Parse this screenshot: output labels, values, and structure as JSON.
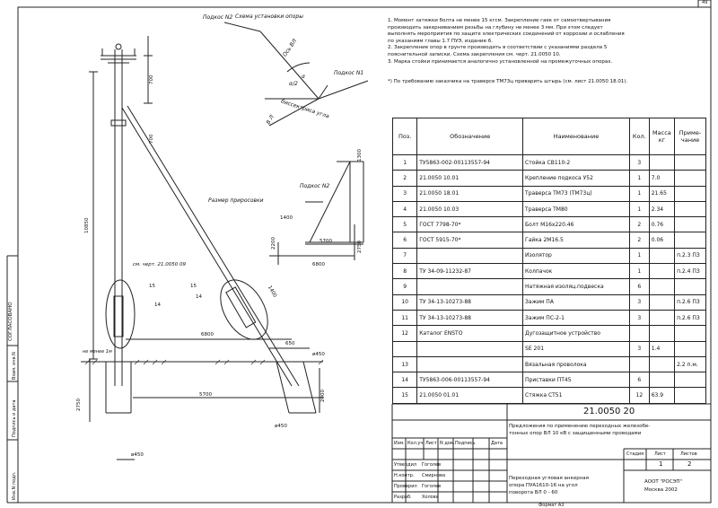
{
  "page_number": "49",
  "scheme_title": "Схема установки опоры",
  "labels": {
    "podkos_n2_top": "Подкос N2",
    "podkos_n1": "Подкос N1",
    "os_vl": "Ось ВЛ",
    "bisector": "биссектриса угла",
    "angle": "α",
    "angle_half": "α/2",
    "vl_mark": "В Л",
    "podkos_n2_mid": "Подкос N2",
    "razmer": "Размер приросовки",
    "sm_chert": "см. черт. 21.0050 09",
    "ne_menee": "не менее 1м"
  },
  "dims": {
    "d700a": "700",
    "d700b": "700",
    "d10850": "10850",
    "d1300": "1300",
    "d1400": "1400",
    "d2200": "2200",
    "d5700a": "5700",
    "d2750a": "2750",
    "d6800a": "6800",
    "d6800b": "6800",
    "d1400b": "1400",
    "d650": "650",
    "d450a": "ø450",
    "d5700b": "5700",
    "d2000": "2000",
    "d2750b": "2750",
    "d450b": "ø450",
    "d450c": "ø450",
    "n15a": "15",
    "n14a": "14",
    "n15b": "15",
    "n14b": "14"
  },
  "notes": [
    "1. Момент затяжки болта не менее 15 кгсм. Закрепление гаек от самоотвертывания",
    "производить закерниванием резьбы на глубину не менее 3 мм. При этом следует",
    "выполнять мероприятия по защите электрических соединений от коррозии и ослабления",
    "по указаниям главы 1.7 ПУЭ, издание 6.",
    "2. Закрепление опор в грунте производить в соответствии с указаниями раздела 5",
    "пояснительной записки. Схема закрепления см. черт. 21.0050 10.",
    "3. Марка стойки принимается аналогично установленной на промежуточных опорах."
  ],
  "footnote": "*) По требованию заказчика на траверсе ТМ73ц приварить штырь (см. лист 21.0050 18.01).",
  "table": {
    "headers": [
      "Поз.",
      "Обозначение",
      "Наименование",
      "Кол.",
      "Масса кг",
      "Приме-чание"
    ],
    "rows": [
      [
        "1",
        "ТУ5863-002-00113557-94",
        "Стойка СВ110-2",
        "3",
        "",
        ""
      ],
      [
        "2",
        "21.0050 10.01",
        "Крепление подкоса У52",
        "1",
        "7.0",
        ""
      ],
      [
        "3",
        "21.0050 18.01",
        "Траверса ТМ73 (ТМ73ц)",
        "1",
        "21.65",
        ""
      ],
      [
        "4",
        "21.0050 10.03",
        "Траверса ТМ80",
        "1",
        "2.34",
        ""
      ],
      [
        "5",
        "ГОСТ 7798-70*",
        "Болт М16х220.46",
        "2",
        "0.76",
        ""
      ],
      [
        "6",
        "ГОСТ 5915-70*",
        "Гайка 2М16.5",
        "2",
        "0.06",
        ""
      ],
      [
        "7",
        "",
        "Изолятор",
        "1",
        "",
        "п.2.3 ПЗ"
      ],
      [
        "8",
        "ТУ 34-09-11232-87",
        "Колпачок",
        "1",
        "",
        "п.2.4 ПЗ"
      ],
      [
        "9",
        "",
        "Натяжная изоляц.подвеска",
        "6",
        "",
        ""
      ],
      [
        "10",
        "ТУ 34-13-10273-88",
        "Зажим ПА",
        "3",
        "",
        "п.2.6 ПЗ"
      ],
      [
        "11",
        "ТУ 34-13-10273-88",
        "Зажим ПС-2-1",
        "3",
        "",
        "п.2.6 ПЗ"
      ],
      [
        "12",
        "Каталог ENSTO",
        "Дугозащитное устройство",
        "",
        "",
        ""
      ],
      [
        "",
        "",
        "SE 201",
        "3",
        "1.4",
        ""
      ],
      [
        "13",
        "",
        "Вязальная проволока",
        "",
        "",
        "2.2 п.м."
      ],
      [
        "14",
        "ТУ5863-006-00113557-94",
        "Приставки ПТ45",
        "6",
        "",
        ""
      ],
      [
        "15",
        "21.0050 01.01",
        "Стяжка СТ51",
        "12",
        "63.9",
        ""
      ]
    ]
  },
  "title_block": {
    "doc_code": "21.0050 20",
    "project_title_1": "Предложения по применению переходных железобе-",
    "project_title_2": "тонных опор ВЛ 10 кВ с защищенными проводами",
    "col_izm": "Изм.",
    "col_koluch": "Кол.уч",
    "col_list": "Лист",
    "col_ndok": "N док.",
    "col_podp": "Подпись",
    "col_data": "Дата",
    "stadiya": "Стадия",
    "list": "Лист",
    "listov": "Листов",
    "list_val": "1",
    "listov_val": "2",
    "sig_rows": [
      [
        "Утвердил",
        "Гоголев"
      ],
      [
        "Н.контр.",
        "Смирнова"
      ],
      [
        "Проверил",
        "Гоголев"
      ],
      [
        "Разраб.",
        "Холова"
      ]
    ],
    "sheet_title_1": "Переходная угловая анкерная",
    "sheet_title_2": "опора ПУА1610-16 на угол",
    "sheet_title_3": "поворота ВЛ 0 - 60",
    "org_1": "АООТ \"РОСЭП\"",
    "org_2": "Москва 2002",
    "format": "Формат А3"
  },
  "side_labels": {
    "soglasovano": "СОГЛАСОВАНО",
    "vzam_inv": "Взам. инв.N",
    "podp_data": "Подпись и дата",
    "inv_podl": "Инв.N подл."
  }
}
